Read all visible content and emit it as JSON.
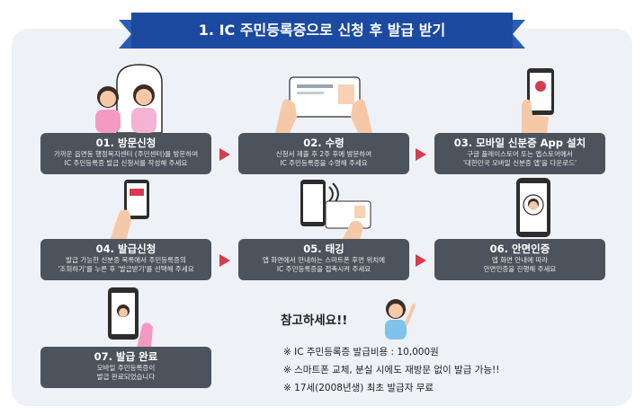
{
  "banner": {
    "title": "1. IC 주민등록증으로 신청 후 발급 받기"
  },
  "steps": [
    {
      "title": "01. 방문신청",
      "desc1": "가까운 읍면동 행정복지센터 (주민센터)를 방문하여",
      "desc2": "IC 주민등록증 발급 신청서를 작성해 주세요"
    },
    {
      "title": "02. 수령",
      "desc1": "신청서 제출 후 2주 후에 방문하여",
      "desc2": "IC 주민등록증을 수령해 주세요"
    },
    {
      "title": "03. 모바일 신분증 App 설치",
      "desc1": "구글 플레이스토어 또는 앱스토어에서",
      "desc2": "'대한민국 모바일 신분증 앱'을 다운로드'"
    },
    {
      "title": "04. 발급신청",
      "desc1": "발급 가능한 신분증 목록에서 주민등록증의",
      "desc2": "'조회하기'를 누른 후 '발급받기'를 선택해 주세요"
    },
    {
      "title": "05. 태깅",
      "desc1": "앱 화면에서 안내하는 스마트폰 후면 위치에",
      "desc2": "IC 주민등록증을 접촉시켜 주세요"
    },
    {
      "title": "06. 안면인증",
      "desc1": "앱 화면 안내에 따라",
      "desc2": "안면인증을 진행해 주세요"
    },
    {
      "title": "07. 발급 완료",
      "desc1": "모바일 주민등록증이",
      "desc2": "발급 완료되었습니다"
    }
  ],
  "notes": {
    "title": "참고하세요!!",
    "items": [
      "※ IC 주민등록증 발급비용 : 10,000원",
      "※ 스마트폰 교체, 분실 시에도 재방문 없이 발급 가능!!",
      "※ 17세(2008년생) 최초 발급자 무료"
    ]
  },
  "colors": {
    "banner": "#1b4aa0",
    "step_box": "#4d535c",
    "arrow": "#d63c4c",
    "accent_pink": "#f28bb0"
  },
  "icons": [
    "arrow-right-icon",
    "person-icon",
    "id-card-icon",
    "phone-icon",
    "nfc-icon",
    "face-scan-icon",
    "check-icon"
  ]
}
